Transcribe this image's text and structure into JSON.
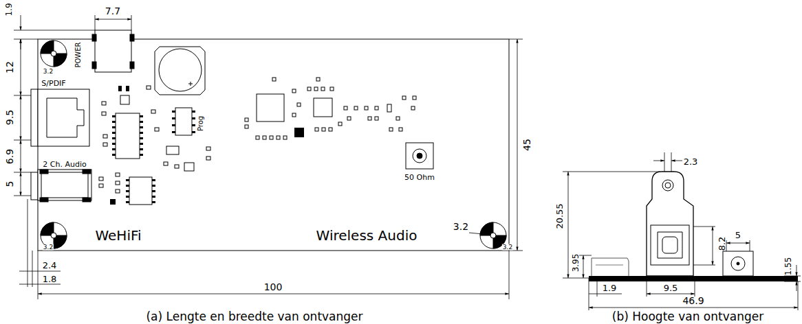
{
  "diagram": {
    "labels": [
      "1.9",
      "7.7",
      "12",
      "9.5",
      "6.9",
      "5",
      "45",
      "3.2",
      "2.4",
      "1.8",
      "100",
      "POWER",
      "S/PDIF",
      "2 Ch. Audio",
      "Prog",
      "50 Ohm",
      "WeHiFi",
      "Wireless Audio",
      "3.2",
      "3.2",
      "3.2",
      "2.3",
      "20.55",
      "3.95",
      "8.2",
      "5",
      "1.55",
      "1.9",
      "9.5",
      "46.9",
      "(a) Lengte en breedte van ontvanger",
      "(b) Hoogte van ontvanger"
    ]
  }
}
